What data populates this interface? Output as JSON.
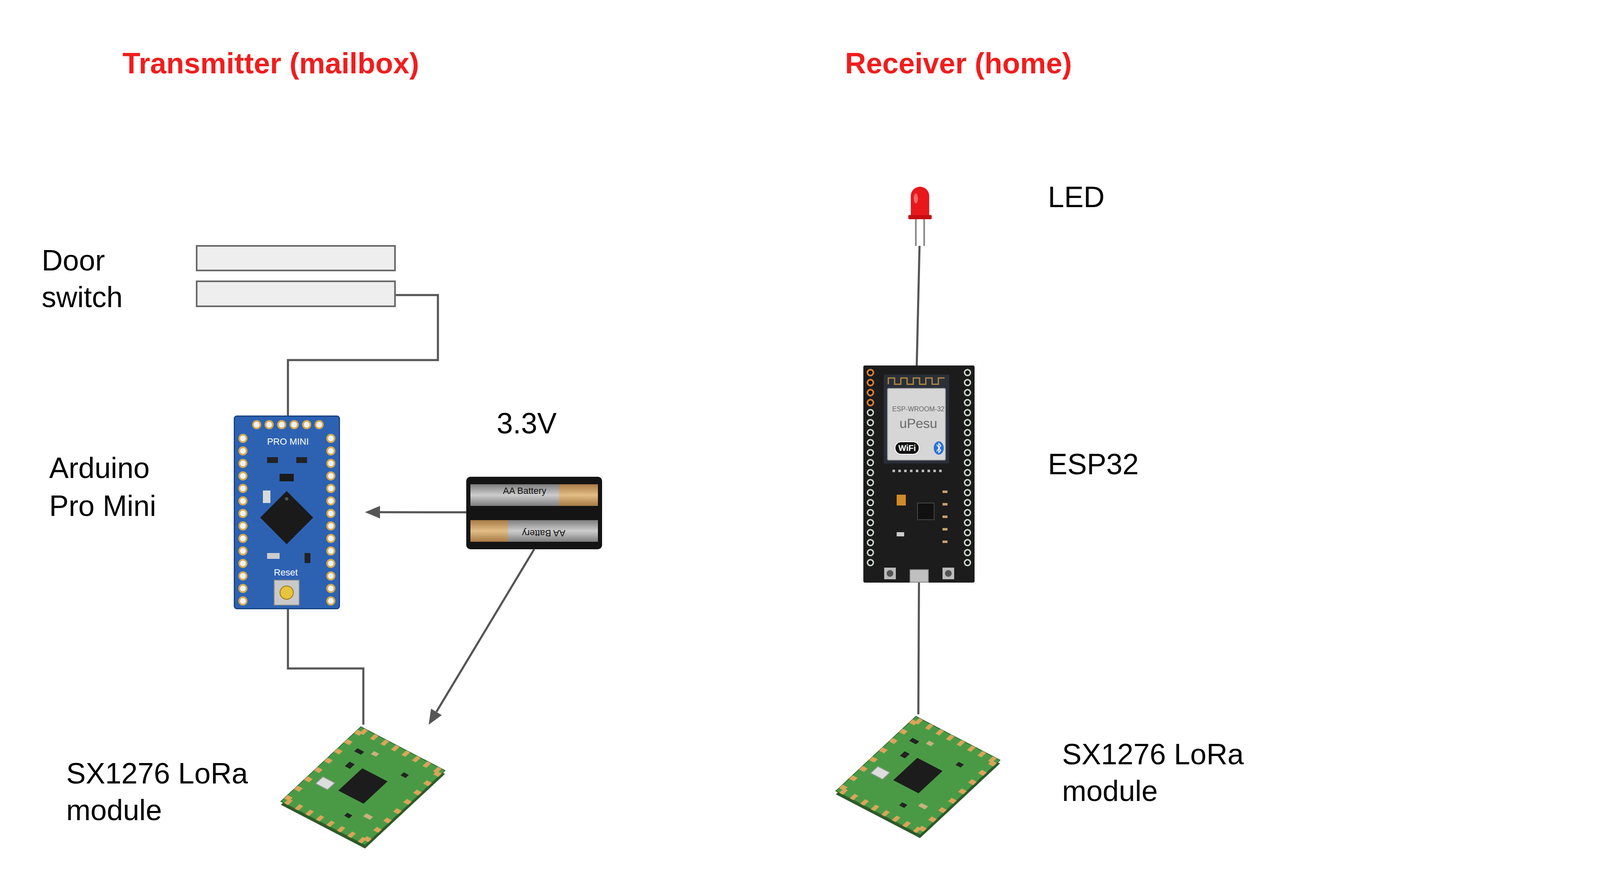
{
  "diagram": {
    "nodes": [
      {
        "text": [
          "Door switch"
        ]
      },
      {
        "text": [
          "Arduino Pro Mini",
          "PRO MINI",
          "Reset"
        ]
      },
      {
        "text": [
          "3.3V",
          "AA Battery",
          "AA Battery"
        ]
      },
      {
        "text": [
          "SX1276 LoRa module"
        ]
      },
      {
        "text": [
          "LED"
        ]
      },
      {
        "text": [
          "ESP32",
          "ESP-WROOM-32",
          "uPesu",
          "WiFi"
        ]
      },
      {
        "text": [
          "SX1276 LoRa module"
        ]
      }
    ],
    "edges": [
      {
        "from": 0,
        "to": 1,
        "arrow": "none"
      },
      {
        "from": 2,
        "to": 1,
        "arrow": "to"
      },
      {
        "from": 2,
        "to": 3,
        "arrow": "to"
      },
      {
        "from": 1,
        "to": 3,
        "arrow": "none"
      },
      {
        "from": 4,
        "to": 5,
        "arrow": "none"
      },
      {
        "from": 5,
        "to": 6,
        "arrow": "none"
      }
    ],
    "labels": [
      "Transmitter (mailbox)",
      "Receiver (home)"
    ]
  }
}
